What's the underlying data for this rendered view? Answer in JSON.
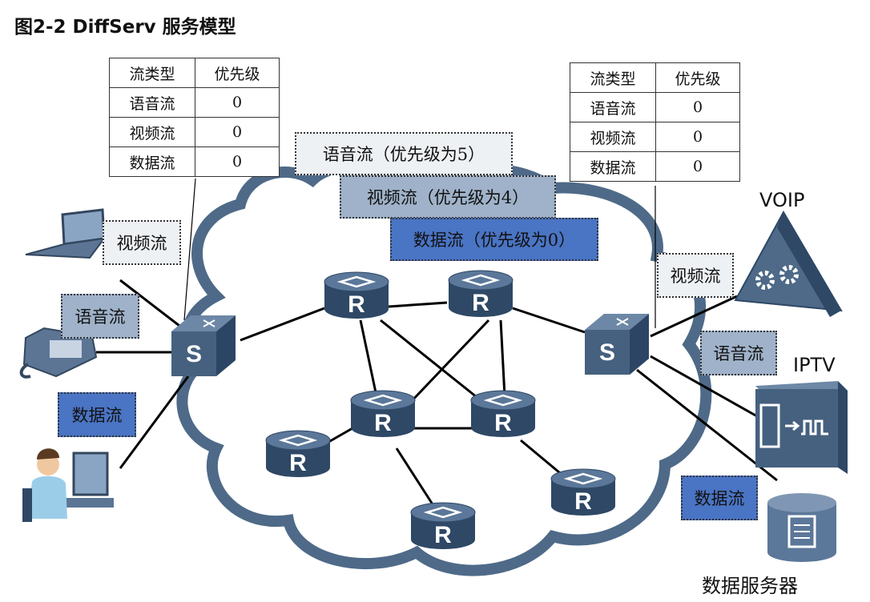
{
  "figure": {
    "title": "图2-2  DiffServ 服务模型"
  },
  "tables": [
    {
      "header": [
        "流类型",
        "优先级"
      ],
      "rows": [
        [
          "语音流",
          "0"
        ],
        [
          "视频流",
          "0"
        ],
        [
          "数据流",
          "0"
        ]
      ]
    },
    {
      "header": [
        "流类型",
        "优先级"
      ],
      "rows": [
        [
          "语音流",
          "0"
        ],
        [
          "视频流",
          "0"
        ],
        [
          "数据流",
          "0"
        ]
      ]
    }
  ],
  "priority_tags": {
    "voice": "语音流（优先级为5）",
    "video": "视频流（优先级为4）",
    "data": "数据流（优先级为0）"
  },
  "left_tags": {
    "video": "视频流",
    "voice": "语音流",
    "data": "数据流"
  },
  "right_tags": {
    "video": "视频流",
    "voice": "语音流",
    "data": "数据流"
  },
  "devices": {
    "voip": "VOIP",
    "iptv": "IPTV",
    "data_server": "数据服务器"
  },
  "node_labels": {
    "switch": "S",
    "router": "R"
  },
  "colors": {
    "cloud": "#4e6a88",
    "router_top": "#5b7799",
    "router_side": "#2e4866",
    "tag_light": "#eef1f4",
    "tag_mid": "#9fb2c9",
    "tag_dark": "#4a74c4"
  }
}
